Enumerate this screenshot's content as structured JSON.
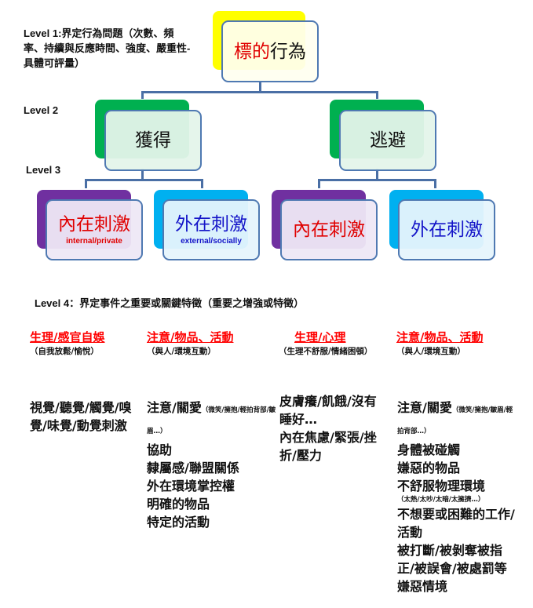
{
  "levels": {
    "level1": "Level 1:界定行為問題（次數、頻率、持續與反應時間、強度、嚴重性-具體可評量）",
    "level2": "Level 2",
    "level3": "Level 3",
    "level4": "Level 4：界定事件之重要或關鍵特徵（重要之增強或特徵）"
  },
  "tree": {
    "root": {
      "label_red": "標的",
      "label_black": "行為",
      "back_color": "#ffff00"
    },
    "level2": [
      {
        "label": "獲得",
        "back_color": "#00b050"
      },
      {
        "label": "逃避",
        "back_color": "#00b050"
      }
    ],
    "level3": [
      {
        "label": "內在刺激",
        "sub": "internal/private",
        "color": "#e00000",
        "back_color": "#7030a0"
      },
      {
        "label": "外在刺激",
        "sub": "external/socially",
        "color": "#1414c8",
        "back_color": "#00b0f0"
      },
      {
        "label": "內在刺激",
        "color": "#e00000",
        "back_color": "#7030a0"
      },
      {
        "label": "外在刺激",
        "color": "#1414c8",
        "back_color": "#00b0f0"
      }
    ]
  },
  "categories": [
    {
      "title": "生理/感官自娛",
      "subtitle": "（自我放鬆/愉悅）",
      "items": [
        "視覺/聽覺/觸覺/嗅覺/味覺/動覺刺激"
      ]
    },
    {
      "title": "注意/物品、活動",
      "subtitle": "（與人/環境互動）",
      "first_item": "注意/關愛",
      "first_item_note": "（微笑/擁抱/輕拍背部/皺眉…）",
      "items": [
        "協助",
        "隸屬感/聯盟關係",
        "外在環境掌控權",
        "明確的物品",
        "特定的活動"
      ]
    },
    {
      "title": "生理/心理",
      "subtitle": "（生理不舒服/情緒困頓）",
      "items": [
        "皮膚癢/飢餓/沒有睡好…",
        "內在焦慮/緊張/挫折/壓力"
      ]
    },
    {
      "title": "注意/物品、活動",
      "subtitle": "（與人/環境互動）",
      "first_item": "注意/關愛",
      "first_item_note": "（微笑/擁抱/皺眉/輕拍背部…）",
      "items": [
        "身體被碰觸",
        "嫌惡的物品",
        "不舒服物理環境"
      ],
      "env_note": "（太熱/太吵/太暗/太擁擠…）",
      "items_after": [
        "不想要或困難的工作/活動",
        "被打斷/被剝奪被指正/被誤會/被處罰等嫌惡情境"
      ]
    }
  ]
}
